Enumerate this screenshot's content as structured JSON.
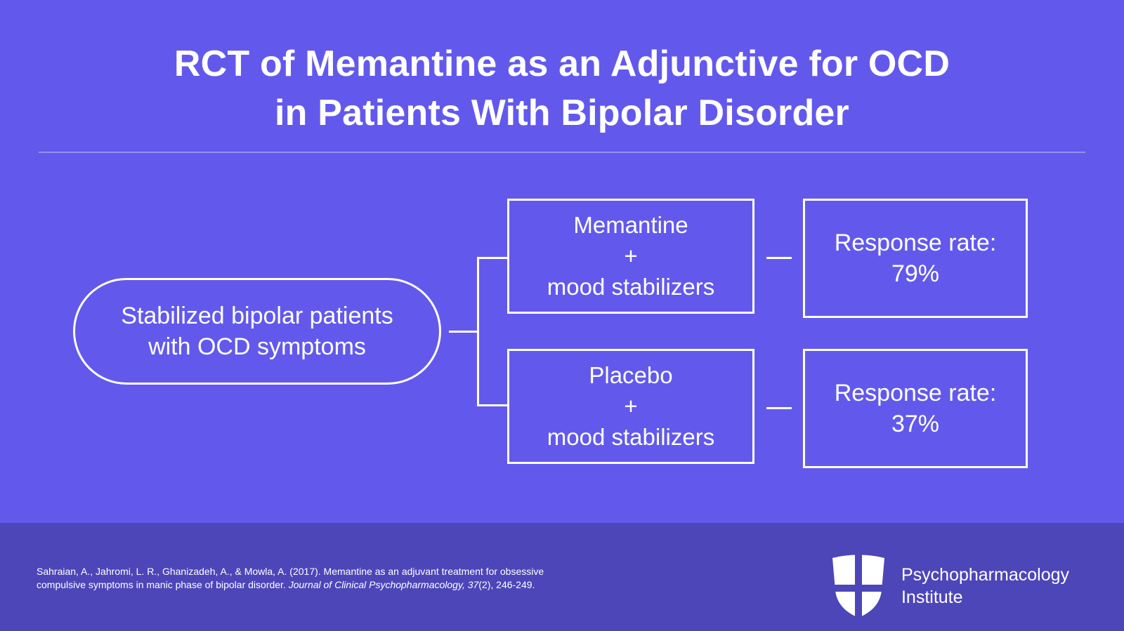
{
  "slide": {
    "background_color": "#6259ec",
    "footer_color": "#4d46b8",
    "accent_color": "#ffffff"
  },
  "title": {
    "line1": "RCT of Memantine as an Adjunctive for OCD",
    "line2": "in Patients With Bipolar Disorder"
  },
  "diagram": {
    "population": {
      "line1": "Stabilized bipolar patients",
      "line2": "with OCD symptoms"
    },
    "arms": [
      {
        "treatment_line1": "Memantine",
        "treatment_line2": "+",
        "treatment_line3": "mood stabilizers",
        "outcome_line1": "Response rate:",
        "outcome_line2": "79%"
      },
      {
        "treatment_line1": "Placebo",
        "treatment_line2": "+",
        "treatment_line3": "mood stabilizers",
        "outcome_line1": "Response rate:",
        "outcome_line2": "37%"
      }
    ]
  },
  "footer": {
    "citation_line1": "Sahraian, A., Jahromi, L. R., Ghanizadeh, A., & Mowla, A. (2017). Memantine as an adjuvant treatment for obsessive",
    "citation_line2_a": "compulsive symptoms in manic phase of bipolar disorder. ",
    "citation_line2_journal": "Journal of Clinical Psychopharmacology, 37",
    "citation_line2_b": "(2), 246-249.",
    "brand_line1": "Psychopharmacology",
    "brand_line2": "Institute",
    "logo_name": "shield-cross-icon"
  }
}
